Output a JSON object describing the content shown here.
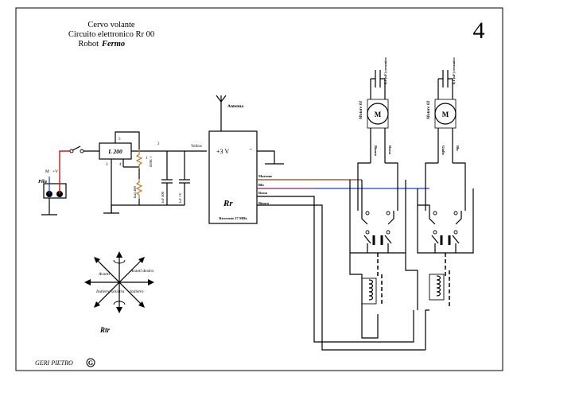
{
  "header": {
    "line1": "Cervo volante",
    "line2": "Circuito elettronico  Rr 00",
    "line3_prefix": "Robot",
    "line3_emph": "Fermo",
    "page_number": "4"
  },
  "power": {
    "battery_label": "Pila",
    "minus_sign": "M",
    "plus_sign": "+V"
  },
  "regulator": {
    "label": "L 200",
    "pin_5": "5",
    "pin_3": "3",
    "pin_4": "4",
    "pin_1": "1",
    "pin_2": "2",
    "resistor_1": "820K 1",
    "resistor_2": "1kΩ 400",
    "cap_1": "1uF 400",
    "cap_2": "1uF 1V"
  },
  "receiver": {
    "label": "Rr",
    "sublabel": "Ricevente 27 MHz",
    "plus_label": "+3 V",
    "minus_label": "-",
    "antenna_label": "Antenna",
    "supply_label": "Yellow",
    "outputs": [
      "Marrone",
      "Blu",
      "Rosso",
      "Bianco"
    ],
    "output_colors": [
      "#8b4513",
      "#1a3fd0",
      "#d01a1a",
      "#000000"
    ]
  },
  "motors": [
    {
      "label": "Motore 01",
      "cap": "0,1 (uF) ceramico",
      "symbol": "M",
      "wire_left": "Bianco",
      "wire_right": "Rosso"
    },
    {
      "label": "Motore 02",
      "cap": "0,1 (uF) ceramico",
      "symbol": "M",
      "wire_left": "Giallo",
      "wire_right": "Blu"
    }
  ],
  "remote": {
    "label": "Rtr",
    "dir_avanti_sx": "Avanti",
    "dir_avanti_dx": "Avanti destra",
    "dir_indietro_sx": "Indietro sinistra",
    "dir_indietro_dx": "Indietro"
  },
  "footer": {
    "author": "GERI  PIETRO",
    "logo_letter": "G"
  },
  "colors": {
    "supply_wire": "#d01a1a",
    "supply_label": "#e0a000",
    "minus_wire": "#1a3fd0",
    "resistor": "#c0762a"
  }
}
